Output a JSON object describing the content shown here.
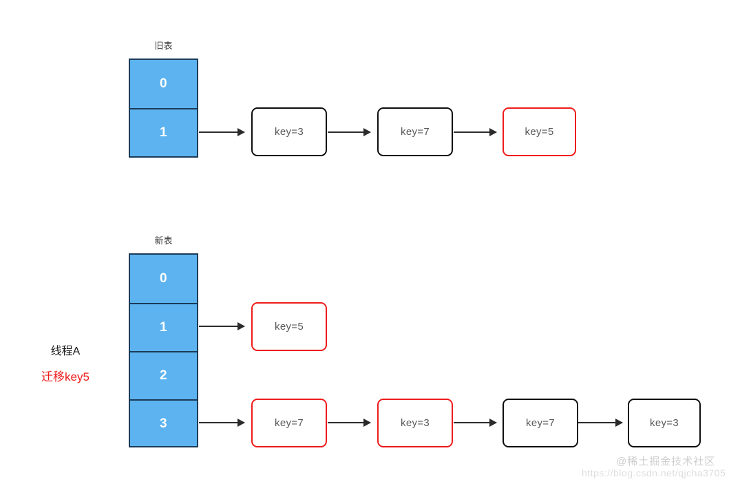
{
  "diagram": {
    "title_old": "旧表",
    "title_new": "新表",
    "side_labels": {
      "thread": "线程A",
      "action": "迁移key5"
    },
    "colors": {
      "bucket_fill": "#5cb3ef",
      "bucket_border": "#1b3a57",
      "node_black": "#0d0d0d",
      "node_red": "#ee1b1b",
      "arrow": "#2b2b2b",
      "node_text": "#585858",
      "highlight_text": "#ee1b1b"
    },
    "old_table": {
      "caption": "旧表",
      "buckets": [
        "0",
        "1"
      ],
      "chain": [
        {
          "label": "key=3",
          "style": "black"
        },
        {
          "label": "key=7",
          "style": "black"
        },
        {
          "label": "key=5",
          "style": "red"
        }
      ]
    },
    "new_table": {
      "caption": "新表",
      "buckets": [
        "0",
        "1",
        "2",
        "3"
      ],
      "chain_bucket1": [
        {
          "label": "key=5",
          "style": "red"
        }
      ],
      "chain_bucket3": [
        {
          "label": "key=7",
          "style": "red"
        },
        {
          "label": "key=3",
          "style": "red"
        },
        {
          "label": "key=7",
          "style": "black"
        },
        {
          "label": "key=3",
          "style": "black"
        }
      ]
    },
    "watermark": {
      "brand": "@稀土掘金技术社区",
      "url": "https://blog.csdn.net/qjcha3705"
    }
  }
}
